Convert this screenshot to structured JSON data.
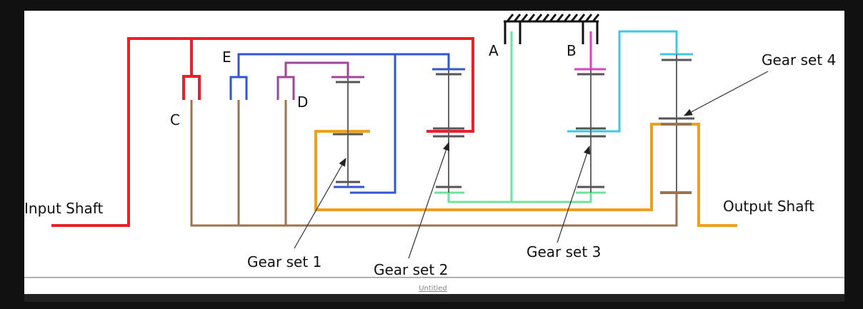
{
  "labels": {
    "input_shaft": "Input Shaft",
    "output_shaft": "Output Shaft",
    "clutch_a": "A",
    "clutch_b": "B",
    "clutch_c": "C",
    "clutch_d": "D",
    "clutch_e": "E",
    "gear_set_1": "Gear set 1",
    "gear_set_2": "Gear set 2",
    "gear_set_3": "Gear set 3",
    "gear_set_4": "Gear set 4"
  },
  "status_bar": {
    "center": "Untitled"
  },
  "colors": {
    "input": "#e8202a",
    "sun_shaft": "#9b7350",
    "clutch_e": "#2f56d6",
    "clutch_d": "#a0459a",
    "ring": "#f0a020",
    "brake_a": "#6ee39a",
    "brake_b": "#e23fc6",
    "cyan": "#3ec8e6",
    "gear": "#555555"
  }
}
